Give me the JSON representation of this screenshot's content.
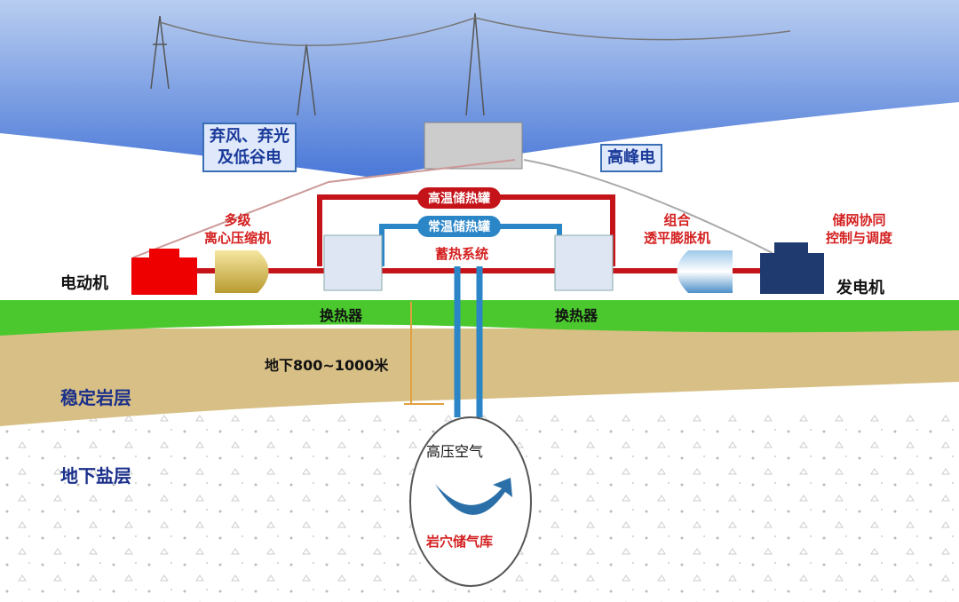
{
  "callouts": {
    "curtailed": "弃风、弃光\n及低谷电",
    "peak": "高峰电"
  },
  "tanks": {
    "high_temp": "高温储热罐",
    "normal_temp": "常温储热罐"
  },
  "labels": {
    "compressor": "多级\n离心压缩机",
    "expander": "组合\n透平膨胀机",
    "control": "储网协同\n控制与调度",
    "heat_storage": "蓄热系统",
    "motor": "电动机",
    "generator": "发电机",
    "hx_left": "换热器",
    "hx_right": "换热器",
    "depth": "地下800~1000米",
    "stable_rock": "稳定岩层",
    "salt_layer": "地下盐层",
    "high_pressure_air": "高压空气",
    "cavern": "岩穴储气库"
  }
}
